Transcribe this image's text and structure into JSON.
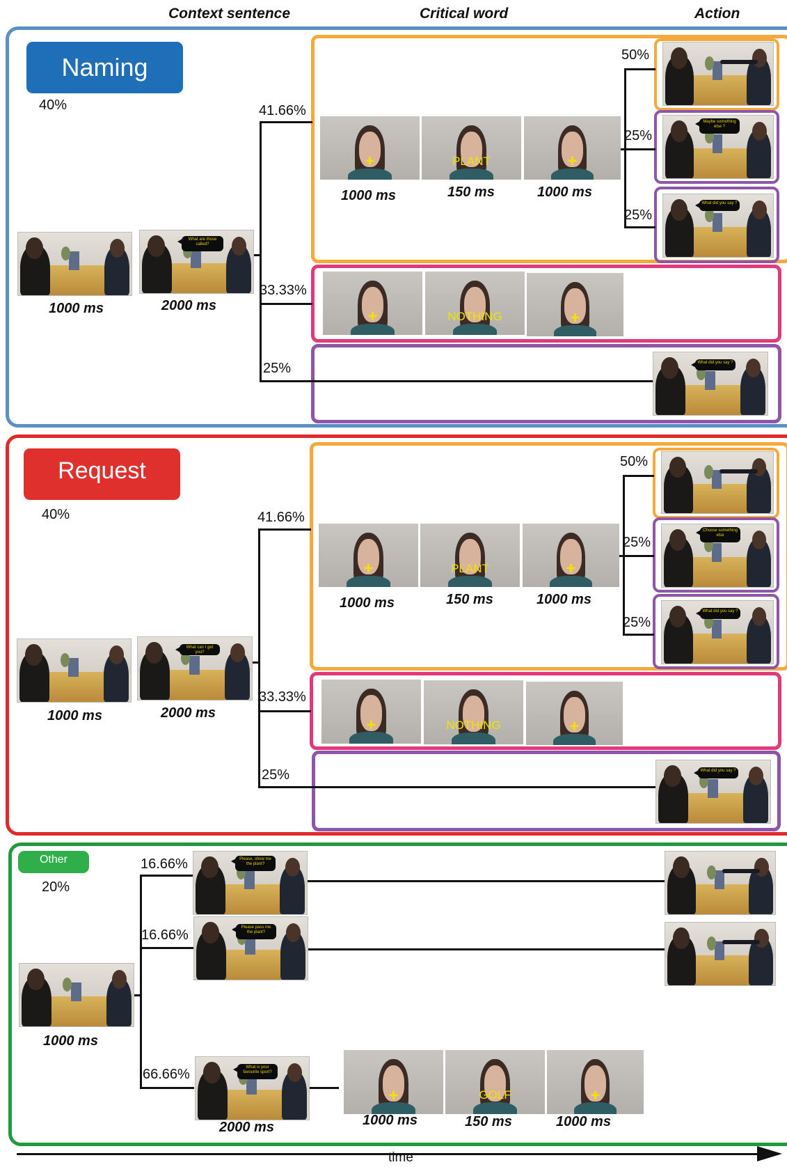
{
  "headers": {
    "context": "Context sentence",
    "critical": "Critical word",
    "action": "Action",
    "time": "time"
  },
  "colors": {
    "naming": "#1f6fb8",
    "request": "#e0302e",
    "other": "#2fae4a",
    "blueFrame": "#5b8fc7",
    "redFrame": "#e02a2a",
    "greenFrame": "#1f9a3f",
    "orange": "#f5a93a",
    "pink": "#e3387a",
    "purple": "#8e55a8",
    "cue": "#f2e200"
  },
  "naming": {
    "label": "Naming",
    "percent": "40%",
    "t_scene": "1000 ms",
    "t_context": "2000 ms",
    "context_bubble": "What are those called?",
    "branch1": {
      "pct": "41.66%",
      "cue": "PLANT",
      "t1": "1000 ms",
      "t2": "150 ms",
      "t3": "1000 ms",
      "a1": "50%",
      "a2": "25%",
      "a3": "25%",
      "bubble2": "Maybe something else ?",
      "bubble3": "What did you say ?"
    },
    "branch2": {
      "pct": "33.33%",
      "cue": "NOTHING"
    },
    "branch3": {
      "pct": "25%",
      "bubble": "What did you say ?"
    }
  },
  "request": {
    "label": "Request",
    "percent": "40%",
    "t_scene": "1000 ms",
    "t_context": "2000 ms",
    "context_bubble": "What can I get you?",
    "branch1": {
      "pct": "41.66%",
      "cue": "PLANT",
      "t1": "1000 ms",
      "t2": "150 ms",
      "t3": "1000 ms",
      "a1": "50%",
      "a2": "25%",
      "a3": "25%",
      "bubble2": "Choose something else",
      "bubble3": "What did you say ?"
    },
    "branch2": {
      "pct": "33.33%",
      "cue": "NOTHING"
    },
    "branch3": {
      "pct": "25%",
      "bubble": "What did you say ?"
    }
  },
  "other": {
    "label": "Other",
    "percent": "20%",
    "t_scene": "1000 ms",
    "b1": {
      "pct": "16.66%",
      "bubble": "Please, show me the plant?"
    },
    "b2": {
      "pct": "16.66%",
      "bubble": "Please pass me the plant?"
    },
    "b3": {
      "pct": "66.66%",
      "bubble": "What is your favourite sport?",
      "t_context": "2000 ms",
      "cue": "GOLF",
      "t1": "1000 ms",
      "t2": "150 ms",
      "t3": "1000 ms"
    }
  }
}
